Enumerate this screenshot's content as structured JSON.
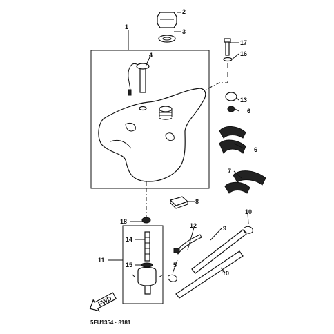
{
  "diagram": {
    "callouts": [
      "1",
      "2",
      "3",
      "4",
      "5",
      "6",
      "6",
      "7",
      "8",
      "9",
      "10",
      "10",
      "11",
      "12",
      "13",
      "14",
      "15",
      "16",
      "17",
      "18"
    ],
    "fwd_label": "FWD",
    "drawing_code": "5EU1354 · 8181"
  }
}
